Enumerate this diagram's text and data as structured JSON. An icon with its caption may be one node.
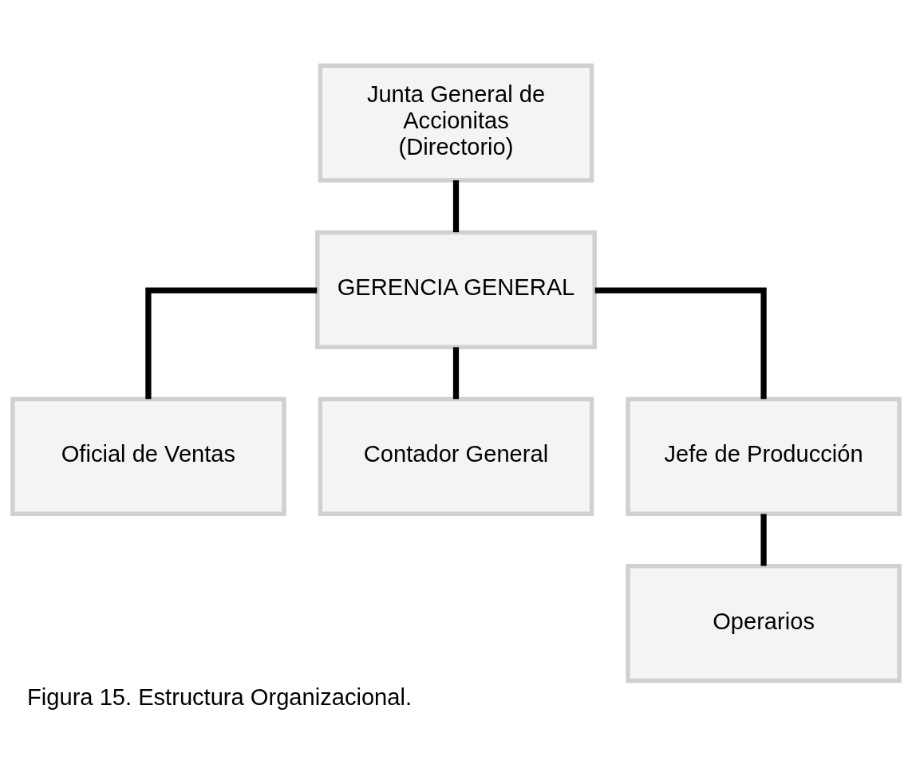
{
  "diagram": {
    "caption": "Figura 15. Estructura Organizacional.",
    "nodes": [
      {
        "text": [
          "Junta General de Accionitas (Directorio)"
        ]
      },
      {
        "text": [
          "GERENCIA GENERAL"
        ]
      },
      {
        "text": [
          "Oficial de Ventas"
        ]
      },
      {
        "text": [
          "Contador General"
        ]
      },
      {
        "text": [
          "Jefe de Producción"
        ]
      },
      {
        "text": [
          "Operarios"
        ]
      }
    ],
    "edges": [
      {
        "from": 0,
        "to": 1,
        "arrow": "none"
      },
      {
        "from": 1,
        "to": 2,
        "arrow": "none"
      },
      {
        "from": 1,
        "to": 3,
        "arrow": "none"
      },
      {
        "from": 1,
        "to": 4,
        "arrow": "none"
      },
      {
        "from": 4,
        "to": 5,
        "arrow": "none"
      }
    ]
  }
}
